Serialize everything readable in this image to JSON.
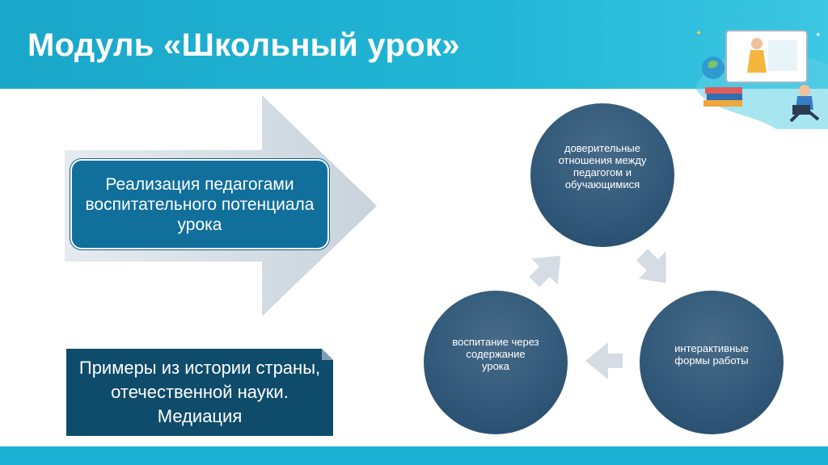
{
  "header": {
    "title": "Модуль «Школьный урок»"
  },
  "main": {
    "realization_text": "Реализация педагогами воспитательного потенциала урока",
    "examples_text": "Примеры  из истории страны, отечественной науки. Медиация"
  },
  "cycle": {
    "nodes": [
      {
        "text": "доверительные отношения между педагогом и обучающимися"
      },
      {
        "text": "интерактивные формы работы"
      },
      {
        "text": "воспитание через содержание урока"
      }
    ]
  },
  "colors": {
    "header": "#1aa7c9",
    "box_blue": "#116f9b",
    "dark_box": "#0f4c6b",
    "circle": "#335a7a",
    "arrow_gray": "#d5dce4"
  }
}
